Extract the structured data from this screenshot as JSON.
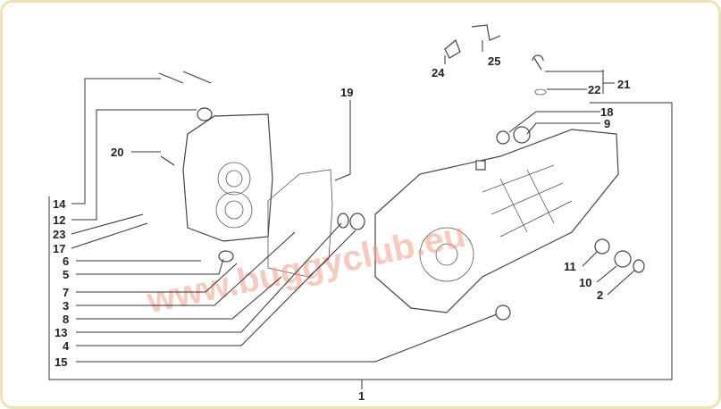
{
  "diagram": {
    "title": "Crankcase exploded view",
    "watermark": "www.buggyclub.eu",
    "labels": {
      "l1": "1",
      "l2": "2",
      "l3": "3",
      "l4": "4",
      "l5": "5",
      "l6": "6",
      "l7": "7",
      "l8": "8",
      "l9": "9",
      "l10": "10",
      "l11": "11",
      "l12": "12",
      "l13": "13",
      "l14": "14",
      "l15": "15",
      "l17": "17",
      "l18": "18",
      "l19": "19",
      "l20": "20",
      "l21": "21",
      "l22": "22",
      "l23": "23",
      "l24": "24",
      "l25": "25"
    },
    "colors": {
      "frame": "#eee3b8",
      "watermark": "#f4a08c"
    }
  }
}
